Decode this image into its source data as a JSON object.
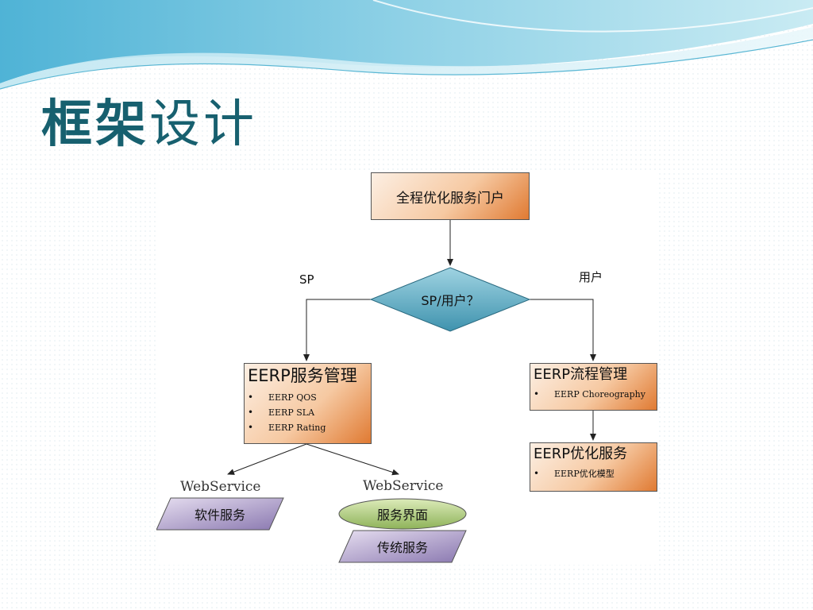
{
  "slide": {
    "title_bold": "框架",
    "title_rest": "设计"
  },
  "diagram": {
    "portal": "全程优化服务门户",
    "decision": "SP/用户？",
    "branch_left": "SP",
    "branch_right": "用户",
    "service_mgmt": {
      "title": "EERP服务管理",
      "items": [
        "EERP QOS",
        "EERP SLA",
        "EERP Rating"
      ]
    },
    "flow_mgmt": {
      "title": "EERP流程管理",
      "items": [
        "EERP Choreography"
      ]
    },
    "optimize": {
      "title": "EERP优化服务",
      "items": [
        "EERP优化模型"
      ]
    },
    "webservice_left": "WebService",
    "webservice_right": "WebService",
    "software_service": "软件服务",
    "service_ui": "服务界面",
    "traditional_service": "传统服务"
  }
}
